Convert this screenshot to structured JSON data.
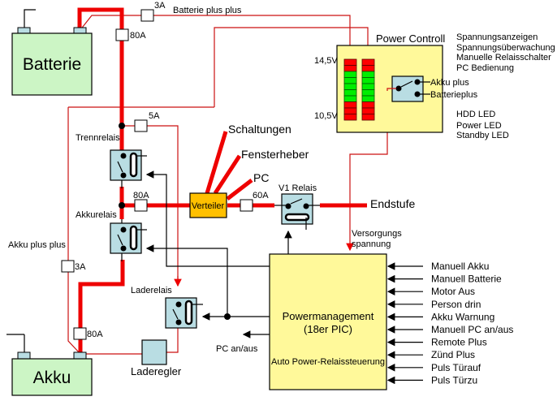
{
  "batteries": {
    "main": {
      "label": "Batterie"
    },
    "aux": {
      "label": "Akku"
    }
  },
  "fuses": {
    "batt_main": "80A",
    "batt_plus_plus": "3A",
    "trenn_5a": "5A",
    "verteiler": "80A",
    "v1": "60A",
    "akku_plus_plus": "3A",
    "akku_main": "80A"
  },
  "wires": {
    "batterie_plus_plus": "Batterie plus plus",
    "akku_plus_plus": "Akku plus plus",
    "versorgung_line1": "Versorgungs",
    "versorgung_line2": "spannung",
    "pc_an_aus": "PC an/aus"
  },
  "relays": {
    "trenn": "Trennrelais",
    "akku": "Akkurelais",
    "lade": "Laderelais",
    "v1": "V1 Relais"
  },
  "verteiler": {
    "label": "Verteiler",
    "outputs": [
      "Schaltungen",
      "Fensterheber",
      "PC"
    ]
  },
  "endstufe": "Endstufe",
  "laderegler": "Laderegler",
  "power_control": {
    "title": "Power Controll",
    "scale_high": "14,5V",
    "scale_low": "10,5V",
    "switch_labels": [
      "Akku plus",
      "Batterieplus"
    ],
    "led_pattern": [
      "red",
      "red",
      "green",
      "green",
      "green",
      "green",
      "green",
      "red",
      "red",
      "red"
    ],
    "features": [
      "Spannungsanzeigen",
      "Spannungsüberwachung",
      "Manuelle Relaisschalter",
      "PC Bedienung"
    ],
    "leds": [
      "HDD LED",
      "Power LED",
      "Standby LED"
    ]
  },
  "powermanagement": {
    "title_line1": "Powermanagement",
    "title_line2": "(18er PIC)",
    "subtitle": "Auto Power-Relaissteuerung",
    "inputs": [
      "Manuell Akku",
      "Manuell Batterie",
      "Motor Aus",
      "Person drin",
      "Akku Warnung",
      "Manuell PC an/aus",
      "Remote Plus",
      "Zünd Plus",
      "Puls Türauf",
      "Puls Türzu"
    ]
  }
}
